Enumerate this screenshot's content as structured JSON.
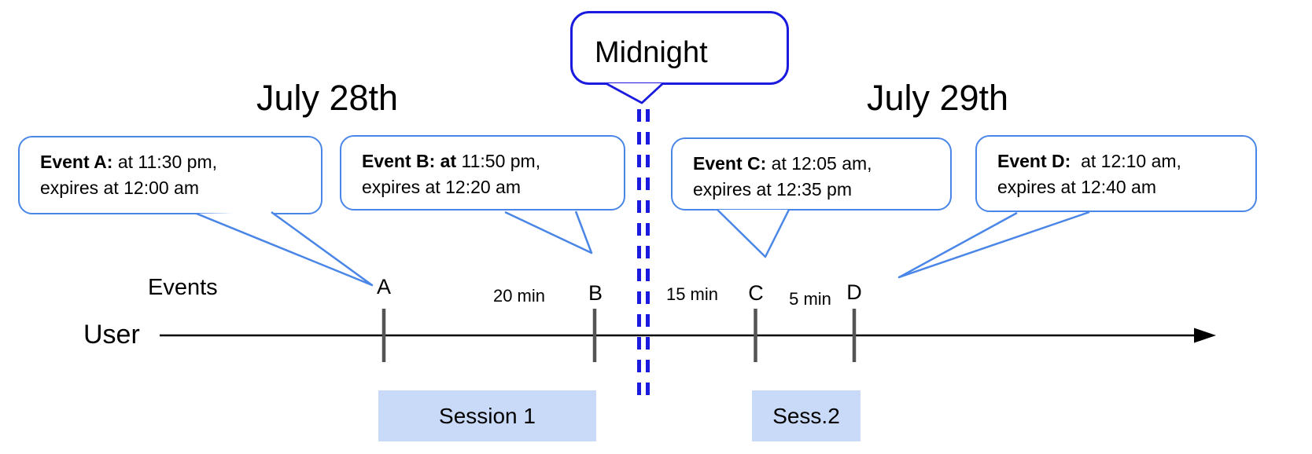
{
  "diagram": {
    "title_dates": {
      "left": "July 28th",
      "right": "July 29th"
    },
    "midnight": {
      "label": "Midnight"
    },
    "callouts": [
      {
        "event": "A",
        "bold": "Event A:",
        "rest": " at 11:30 pm,",
        "line2": "expires at 12:00 am"
      },
      {
        "event": "B",
        "bold": "Event B: at",
        "rest": " 11:50 pm,",
        "line2": "expires at 12:20 am"
      },
      {
        "event": "C",
        "bold": "Event C:",
        "rest": " at 12:05 am,",
        "line2": "expires at 12:35 pm"
      },
      {
        "event": "D",
        "bold": "Event D:",
        "rest": "  at 12:10 am,",
        "line2": "expires at 12:40 am"
      }
    ],
    "axis": {
      "row_label": "Events",
      "user_label": "User"
    },
    "ticks": [
      "A",
      "B",
      "C",
      "D"
    ],
    "intervals": [
      "20 min",
      "15 min",
      "5 min"
    ],
    "sessions": [
      "Session 1",
      "Sess.2"
    ],
    "colors": {
      "callout_border": "#4a86e8",
      "midnight_border": "#1b1bdf",
      "divider_blue": "#1b1be0",
      "session_fill": "#c9daf8",
      "tick_color": "#545454",
      "axis_color": "#000000",
      "text_color": "#000000"
    }
  }
}
